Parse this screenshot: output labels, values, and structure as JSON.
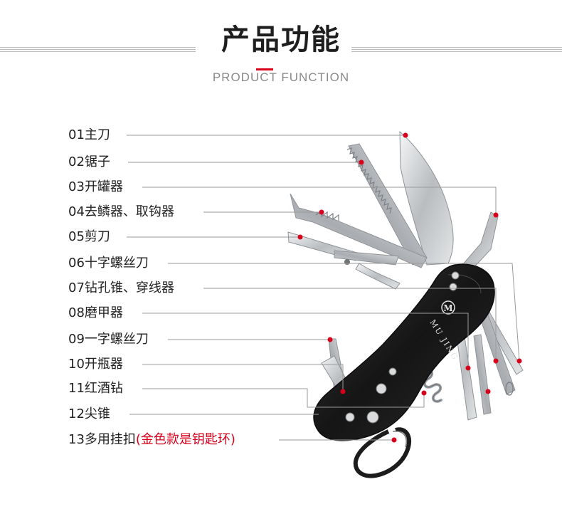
{
  "header": {
    "title_zh": "产品功能",
    "title_en": "PRODUCT FUNCTION"
  },
  "brand": {
    "logo_text": "MU JING"
  },
  "functions": [
    {
      "label": "01主刀"
    },
    {
      "label": "02锯子"
    },
    {
      "label": "03开罐器"
    },
    {
      "label": "04去鳞器、取钩器"
    },
    {
      "label": "05剪刀"
    },
    {
      "label": "06十字螺丝刀"
    },
    {
      "label": "07钻孔锥、穿线器"
    },
    {
      "label": "08磨甲器"
    },
    {
      "label": "09一字螺丝刀"
    },
    {
      "label": "10开瓶器"
    },
    {
      "label": "11红酒钻"
    },
    {
      "label": "12尖锥"
    },
    {
      "label": "13多用挂扣",
      "note": "(金色款是钥匙环)"
    }
  ],
  "colors": {
    "accent": "#d9001b",
    "text": "#222222",
    "leader_line": "#9a9a9a",
    "handle": "#1c1c1c",
    "steel": "#c9ccce"
  }
}
